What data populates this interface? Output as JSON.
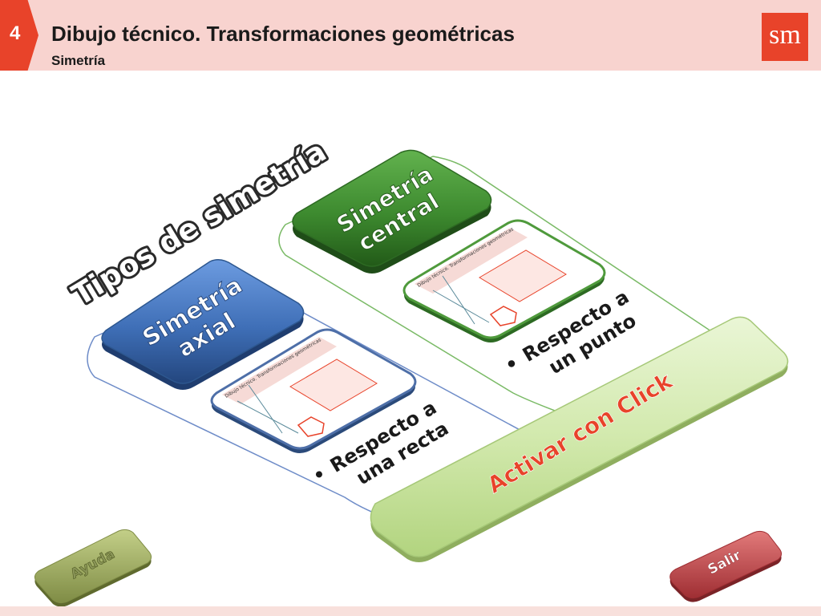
{
  "header": {
    "number": "4",
    "title": "Dibujo técnico. Transformaciones geométricas",
    "subtitle": "Simetría",
    "logo": "sm"
  },
  "diagram": {
    "heading": "Tipos de simetría",
    "axial": {
      "line1": "Simetría",
      "line2": "axial",
      "bullet_line1": "Respecto a",
      "bullet_line2": "una recta"
    },
    "central": {
      "line1": "Simetría",
      "line2": "central",
      "bullet_line1": "Respecto a",
      "bullet_line2": "un punto"
    },
    "thumbnail_title": "Dibujo técnico. Transformaciones geométricas",
    "activate_label": "Activar con Click"
  },
  "buttons": {
    "help": "Ayuda",
    "exit": "Salir"
  },
  "colors": {
    "accent_red": "#e8432a",
    "header_pink": "#f8d3cf",
    "axial_blue": "#3f6fb7",
    "central_green": "#3d8a2f",
    "activate_panel": "#c9e2a0",
    "activate_text": "#e8432a",
    "help_button": "#9aa860",
    "exit_button": "#c0474a"
  }
}
